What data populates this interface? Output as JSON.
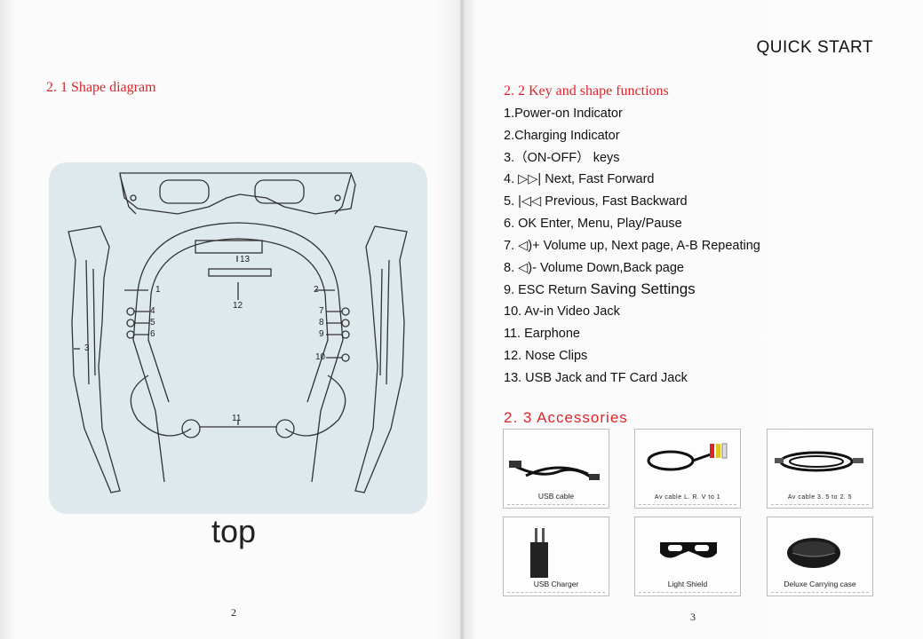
{
  "left_page": {
    "section_title": "2. 1 Shape diagram",
    "diagram_callouts": [
      "1",
      "2",
      "3",
      "4",
      "5",
      "6",
      "7",
      "8",
      "9",
      "10",
      "11",
      "12",
      "13"
    ],
    "view_label": "top",
    "page_number": "2"
  },
  "right_page": {
    "header": "QUICK START",
    "key_section_title": "2. 2 Key and shape functions",
    "keys": [
      "1.Power-on Indicator",
      "2.Charging Indicator",
      "3.（ON-OFF） keys",
      "4. ▷▷| Next, Fast Forward",
      "5. |◁◁ Previous, Fast  Backward",
      "6. OK  Enter, Menu, Play/Pause",
      "7. ◁)+ Volume up, Next page, A-B  Repeating",
      "8. ◁)- Volume Down,Back  page",
      "9. ESC  Return  ",
      "10. Av-in Video  Jack",
      "11. Earphone",
      "12. Nose Clips",
      "13. USB Jack and TF   Card Jack"
    ],
    "key9_suffix": "Saving Settings",
    "accessories_title": "2. 3 Accessories",
    "accessories": [
      {
        "label": "USB  cable",
        "icon": "usb-cable-icon"
      },
      {
        "label": "Av cable  L. R. V to 1",
        "icon": "av-cable-icon"
      },
      {
        "label": "Av  cable  3. 5  to  2. 5",
        "icon": "av-adapter-cable-icon"
      },
      {
        "label": "USB Charger",
        "icon": "usb-charger-icon"
      },
      {
        "label": "Light Shield",
        "icon": "light-shield-icon"
      },
      {
        "label": "Deluxe Carrying case",
        "icon": "carrying-case-icon"
      }
    ],
    "page_number": "3"
  },
  "colors": {
    "accent_red": "#d9262b",
    "panel_blue": "#dde9ec"
  }
}
